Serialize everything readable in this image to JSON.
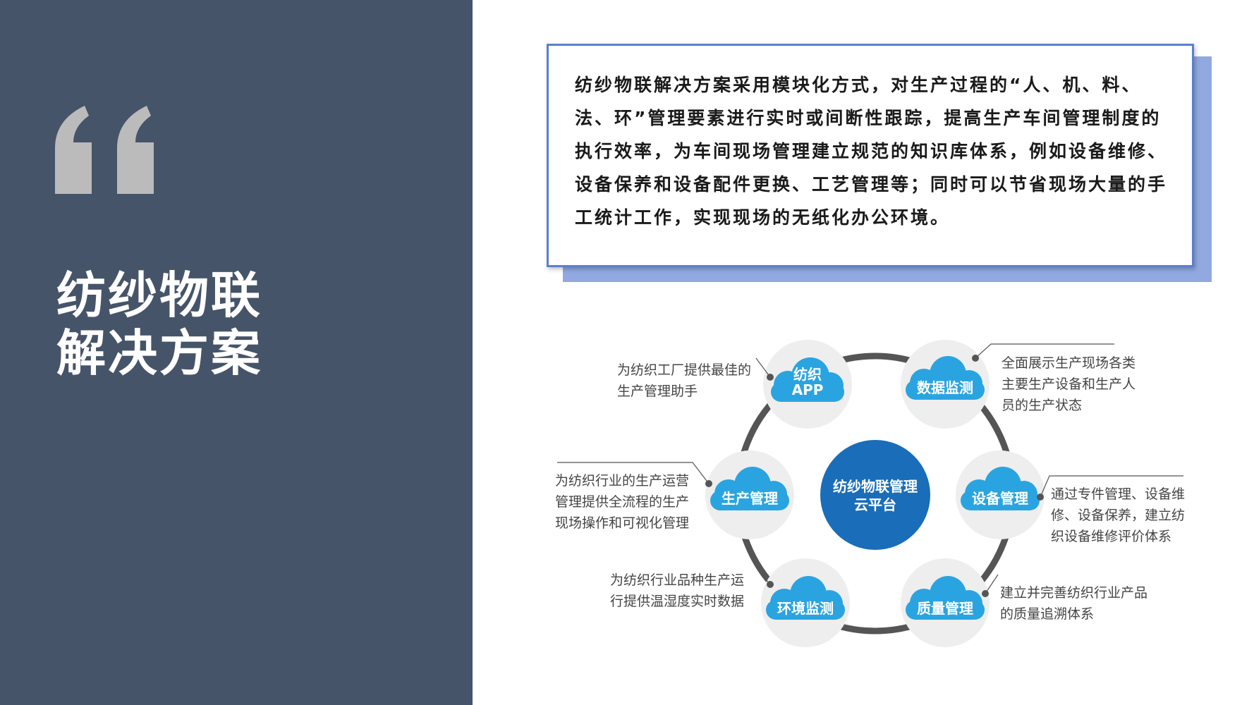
{
  "left": {
    "title_line1": "纺纱物联",
    "title_line2": "解决方案",
    "quote_icon": "quote-open-icon",
    "colors": {
      "panel": "#465469",
      "quote": "#bbbbbb"
    }
  },
  "card": {
    "text": "纺纱物联解决方案采用模块化方式，对生产过程的“人、机、料、法、环”管理要素进行实时或间断性跟踪，提高生产车间管理制度的执行效率，为车间现场管理建立规范的知识库体系，例如设备维修、设备保养和设备配件更换、工艺管理等；同时可以节省现场大量的手工统计工作，实现现场的无纸化办公环境。",
    "colors": {
      "border": "#5b7fd0",
      "shadow": "#91a9e0"
    }
  },
  "diagram": {
    "center": {
      "line1": "纺纱物联管理",
      "line2": "云平台",
      "color": "#1a6db8"
    },
    "nodes": [
      {
        "label_line1": "纺织",
        "label_line2": "APP",
        "desc": [
          "为纺织工厂提供最佳的",
          "生产管理助手"
        ]
      },
      {
        "label": "数据监测",
        "desc": [
          "全面展示生产现场各类",
          "主要生产设备和生产人",
          "员的生产状态"
        ]
      },
      {
        "label": "设备管理",
        "desc": [
          "通过专件管理、设备维",
          "修、设备保养，建立纺",
          "织设备维修评价体系"
        ]
      },
      {
        "label": "质量管理",
        "desc": [
          "建立并完善纺织行业产品",
          "的质量追溯体系"
        ]
      },
      {
        "label": "环境监测",
        "desc": [
          "为纺织行业品种生产运",
          "行提供温湿度实时数据"
        ]
      },
      {
        "label": "生产管理",
        "desc": [
          "为纺织行业的生产运营",
          "管理提供全流程的生产",
          "现场操作和可视化管理"
        ]
      }
    ],
    "colors": {
      "cloud": "#2aa4e0",
      "node_bg": "#eeeeee",
      "ring": "#555555"
    }
  }
}
